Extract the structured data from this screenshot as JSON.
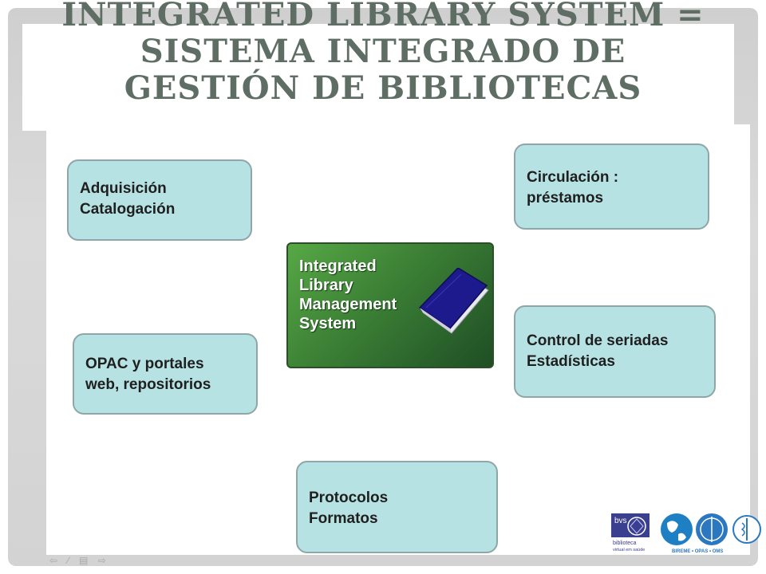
{
  "title": {
    "line1": "INTEGRATED LIBRARY SYSTEM =",
    "line2": "SISTEMA INTEGRADO DE",
    "line3": "GESTIÓN DE BIBLIOTECAS"
  },
  "center_node": {
    "lines": [
      "Integrated",
      "Library",
      "Management",
      "System"
    ],
    "icon": "book-icon"
  },
  "nodes": {
    "acquisition": {
      "line1": "Adquisición",
      "line2": "Catalogación"
    },
    "circulation": {
      "line1": "Circulación :",
      "line2": "préstamos"
    },
    "opac": {
      "line1": "OPAC y portales",
      "line2": "web, repositorios"
    },
    "serials": {
      "line1": "Control de seriadas",
      "line2": "Estadísticas"
    },
    "protocols": {
      "line1": "Protocolos",
      "line2": "Formatos"
    }
  },
  "logos": {
    "bvs": {
      "label": "bvs",
      "line1": "biblioteca",
      "line2": "virtual em saúde"
    },
    "bireme": {
      "caption": "BIREME • OPAS • OMS"
    }
  },
  "nav_icons": [
    "arrow-left-icon",
    "pen-icon",
    "menu-icon",
    "arrow-right-icon"
  ],
  "colors": {
    "title": "#5f6e64",
    "box_fill": "#b7e2e4",
    "box_border": "#8fa6a8",
    "center_fill": "#3b7f35",
    "book": "#1c1a8c"
  }
}
